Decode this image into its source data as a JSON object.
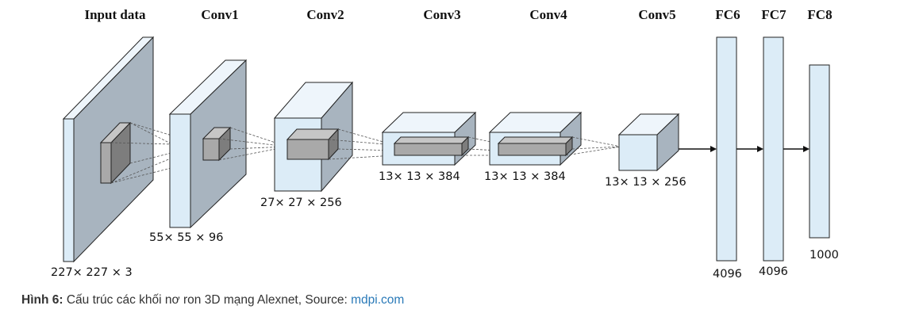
{
  "diagram": {
    "layers": [
      {
        "title": "Input data",
        "size": "227× 227 × 3"
      },
      {
        "title": "Conv1",
        "size": "55× 55 × 96"
      },
      {
        "title": "Conv2",
        "size": "27× 27 × 256"
      },
      {
        "title": "Conv3",
        "size": "13× 13 × 384"
      },
      {
        "title": "Conv4",
        "size": "13× 13 × 384"
      },
      {
        "title": "Conv5",
        "size": "13× 13 × 256"
      },
      {
        "title": "FC6",
        "size": "4096"
      },
      {
        "title": "FC7",
        "size": "4096"
      },
      {
        "title": "FC8",
        "size": "1000"
      }
    ]
  },
  "caption": {
    "figure_label": "Hình 6:",
    "text": "Cấu trúc các khối nơ ron 3D mạng Alexnet,",
    "source_prefix": "Source:",
    "source_link": "mdpi.com"
  },
  "colors": {
    "block_front": "#dcecf7",
    "block_side": "#a8b4bf",
    "kernel": "#a9a9a9",
    "link": "#2a7ab8"
  }
}
